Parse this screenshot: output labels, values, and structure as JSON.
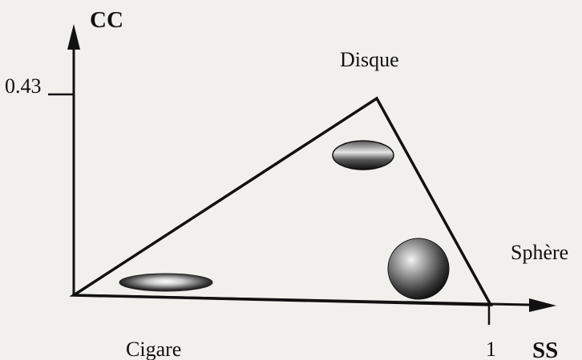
{
  "axes": {
    "y_label": "CC",
    "x_label": "SS",
    "y_tick": "0.43",
    "x_tick": "1"
  },
  "shapes": {
    "disque": "Disque",
    "sphere": "Sphère",
    "cigare": "Cigare"
  },
  "colors": {
    "paper": "#f1f0ec",
    "ink": "#111111"
  }
}
